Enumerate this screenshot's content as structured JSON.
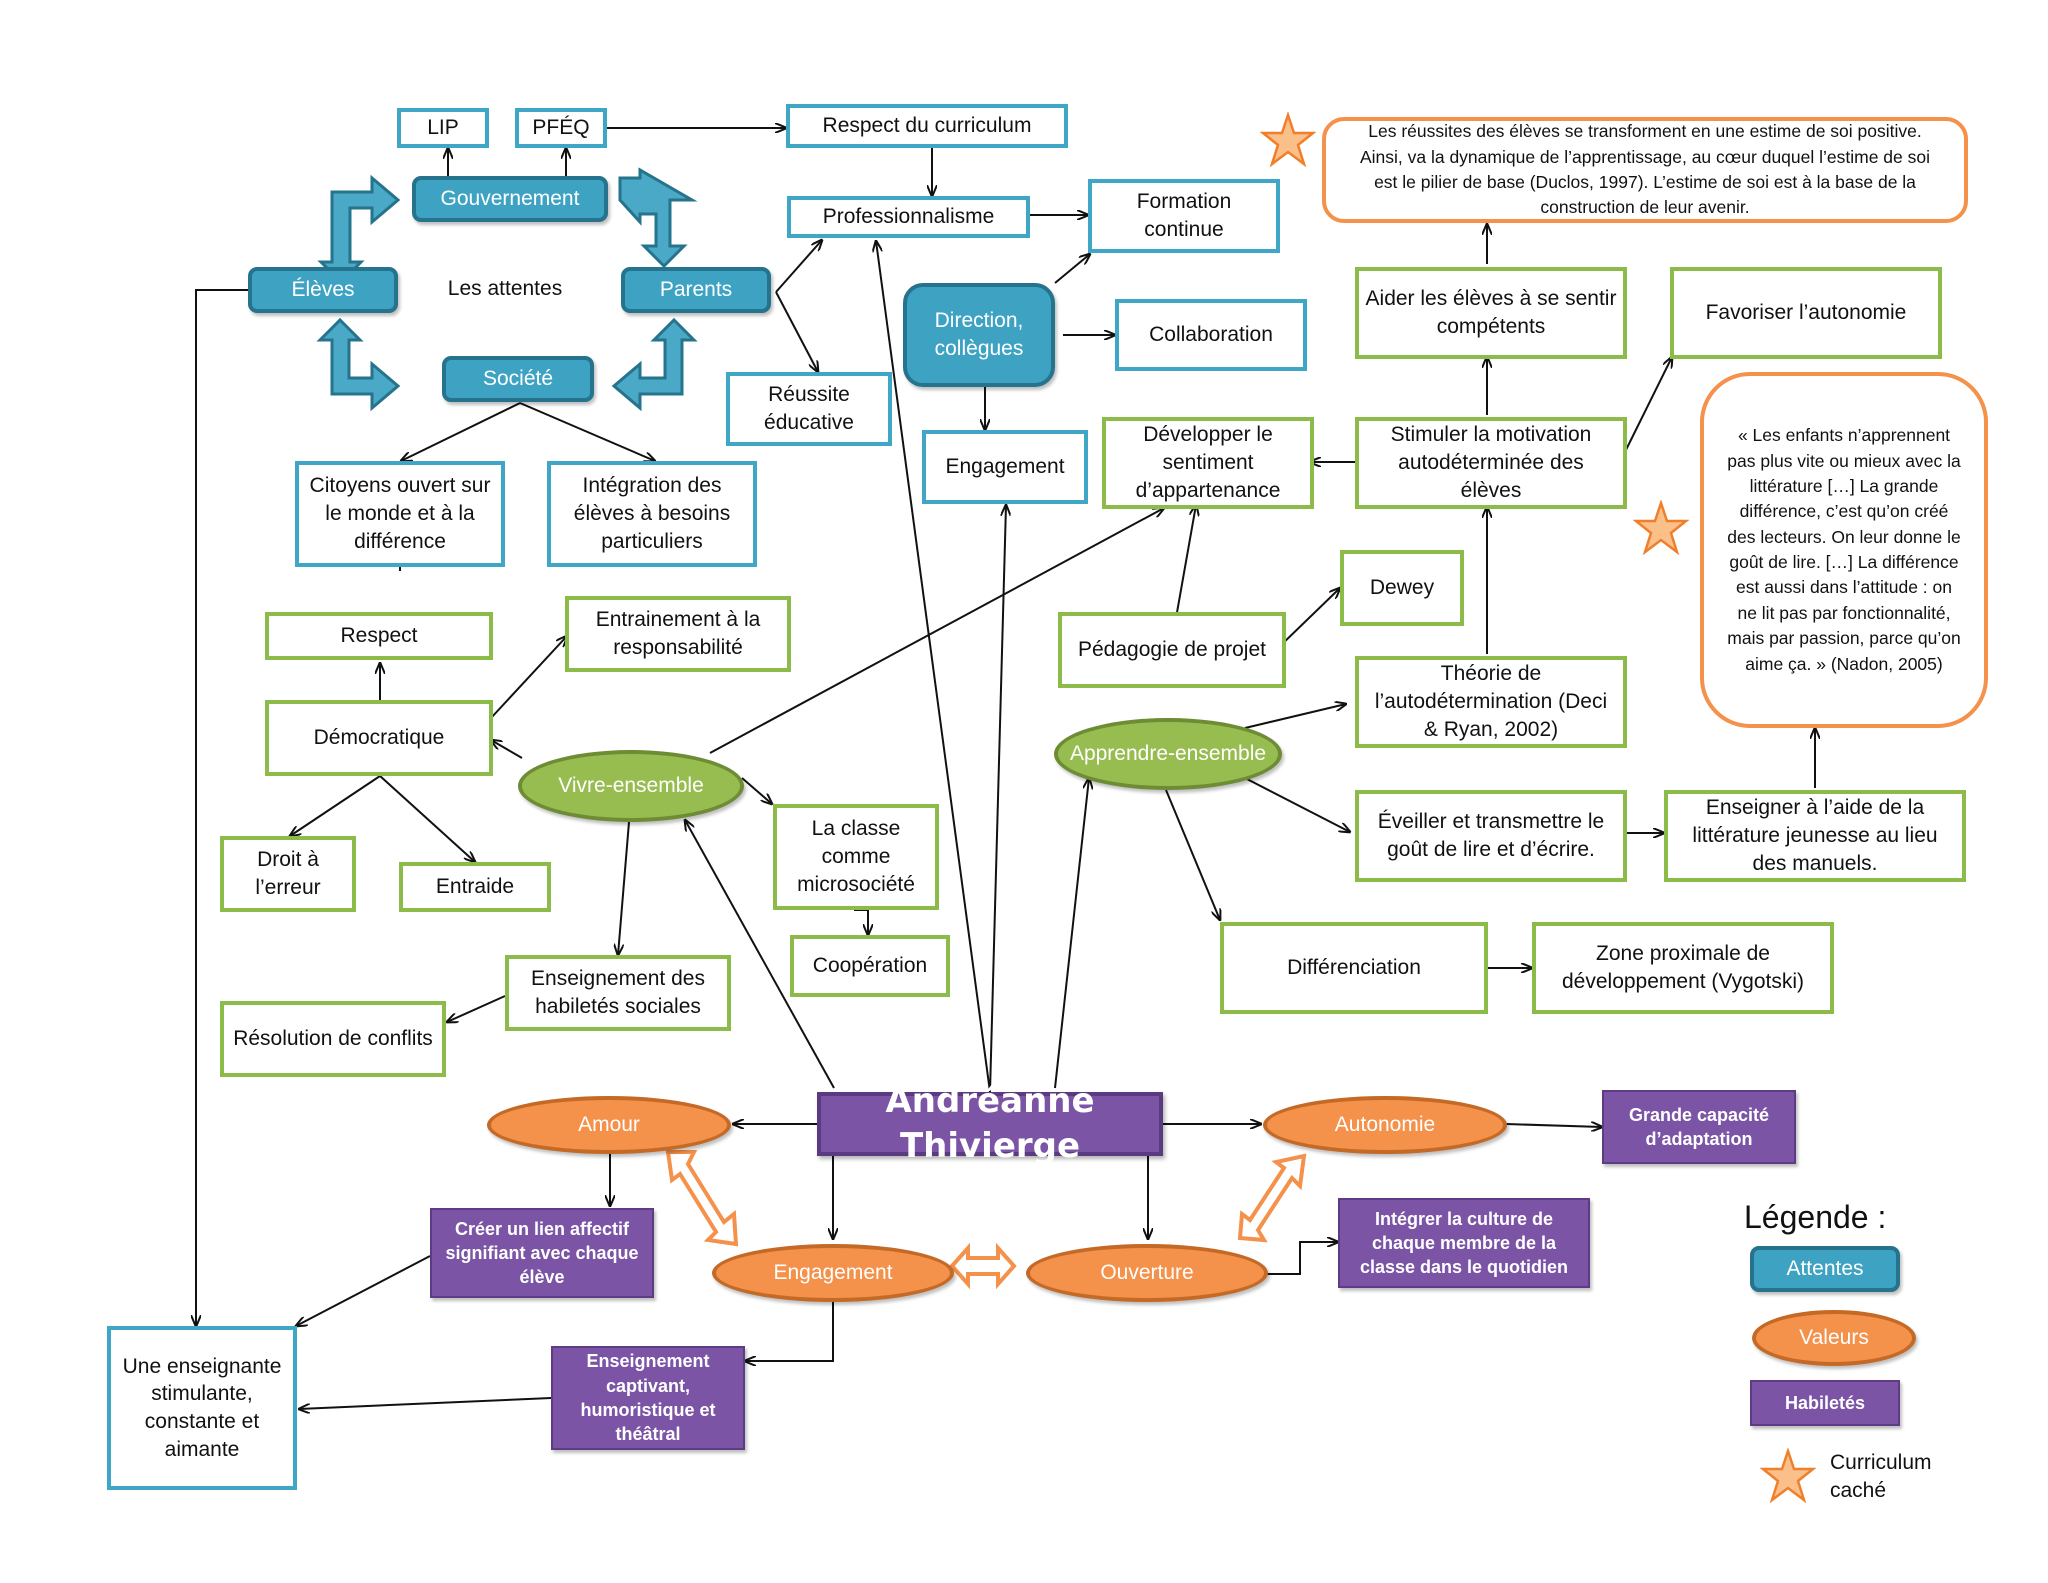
{
  "center": "Andréanne Thivierge",
  "attentes": {
    "lip": "LIP",
    "pfeq": "PFÉQ",
    "gouvernement": "Gouvernement",
    "eleves": "Élèves",
    "les_attentes": "Les attentes",
    "parents": "Parents",
    "societe": "Société",
    "direction": "Direction, collègues"
  },
  "nodes": {
    "respect_curriculum": "Respect du curriculum",
    "professionnalisme": "Professionnalisme",
    "formation_continue": "Formation continue",
    "reussite_educative": "Réussite éducative",
    "collaboration": "Collaboration",
    "engagement_top": "Engagement",
    "citoyens": "Citoyens ouvert sur le monde et à la différence",
    "integration": "Intégration des élèves à besoins particuliers",
    "respect": "Respect",
    "entrainement": "Entrainement à la responsabilité",
    "democratique": "Démocratique",
    "droit_erreur": "Droit à l’erreur",
    "entraide": "Entraide",
    "classe_micro": "La classe comme microsociété",
    "cooperation": "Coopération",
    "habiletes_sociales": "Enseignement des habiletés sociales",
    "resolution": "Résolution de conflits",
    "enseignante": "Une enseignante stimulante, constante et aimante",
    "developper": "Développer le sentiment d’appartenance",
    "stimuler": "Stimuler la motivation autodéterminée des élèves",
    "aider": "Aider les élèves à se sentir compétents",
    "favoriser": "Favoriser l’autonomie",
    "pedagogie": "Pédagogie de projet",
    "dewey": "Dewey",
    "theorie": "Théorie de l’autodétermination (Deci & Ryan, 2002)",
    "eveiller": "Éveiller et transmettre le goût de lire et d’écrire.",
    "enseigner_litt": "Enseigner à l’aide de la littérature jeunesse au lieu des manuels.",
    "differenciation": "Différenciation",
    "zone": "Zone proximale de développement (Vygotski)"
  },
  "quotes": {
    "duclos": "Les réussites des élèves se transforment en une estime de soi positive.  Ainsi, va la dynamique de l’apprentissage, au cœur duquel l’estime de soi est le pilier de base (Duclos, 1997). L’estime de soi est à la base de la construction de leur avenir.",
    "nadon": "« Les enfants n’apprennent pas plus vite ou mieux avec la littérature […] La grande différence, c’est qu’on créé des lecteurs. On leur donne le goût de lire. […] La différence est aussi dans l’attitude : on ne lit pas par fonctionnalité, mais par passion, parce qu’on aime ça. » (Nadon, 2005)"
  },
  "ellipses": {
    "vivre_ensemble": "Vivre-ensemble",
    "apprendre_ensemble": "Apprendre-ensemble"
  },
  "valeurs": {
    "amour": "Amour",
    "engagement": "Engagement",
    "ouverture": "Ouverture",
    "autonomie": "Autonomie"
  },
  "habiletes": {
    "lien_affectif": "Créer un lien affectif signifiant avec chaque élève",
    "enseignement_captivant": "Enseignement captivant, humoristique et théâtral",
    "culture": "Intégrer la culture de chaque membre de la classe dans le quotidien",
    "adaptation": "Grande capacité d’adaptation"
  },
  "legend": {
    "title": "Légende :",
    "attentes": "Attentes",
    "valeurs": "Valeurs",
    "habiletes": "Habiletés",
    "curriculum_cache": "Curriculum caché"
  },
  "colors": {
    "attentes": "#3ea3c3",
    "valeurs": "#f4914a",
    "habiletes": "#7b54a6",
    "green_border": "#8dbb4a",
    "blue_border": "#3fa6c6"
  }
}
